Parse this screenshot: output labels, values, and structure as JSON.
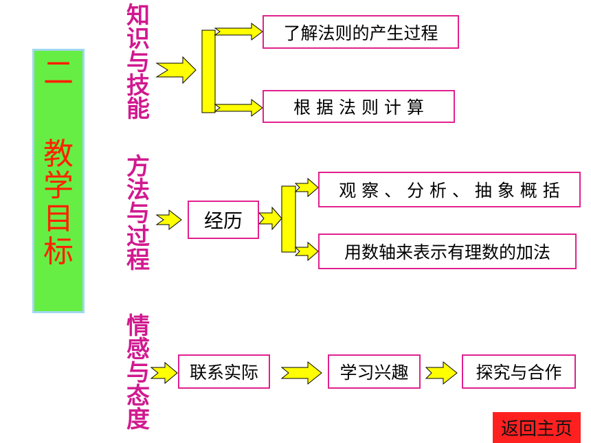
{
  "left_panel": {
    "chars": [
      "二",
      "教",
      "学",
      "目",
      "标"
    ]
  },
  "section1": {
    "label": "知识与技能",
    "items": [
      "了解法则的产生过程",
      "根 据 法 则 计 算"
    ]
  },
  "section2": {
    "label": "方法与过程",
    "hub": "经历",
    "items": [
      "观 察 、 分 析 、 抽 象 概 括",
      "用数轴来表示有理数的加法"
    ]
  },
  "section3": {
    "label": "情感与态度",
    "steps": [
      "联系实际",
      "学习兴趣",
      "探究与合作"
    ]
  },
  "return_button": "返回主页",
  "colors": {
    "arrow": "#ffff00",
    "box_border": "#e0208e",
    "label": "#d0198f",
    "panel": "#66ee44",
    "panel_text": "#ff2200",
    "button": "#ff2020"
  },
  "icons": [
    "right-arrow-icon",
    "bracket-icon"
  ]
}
